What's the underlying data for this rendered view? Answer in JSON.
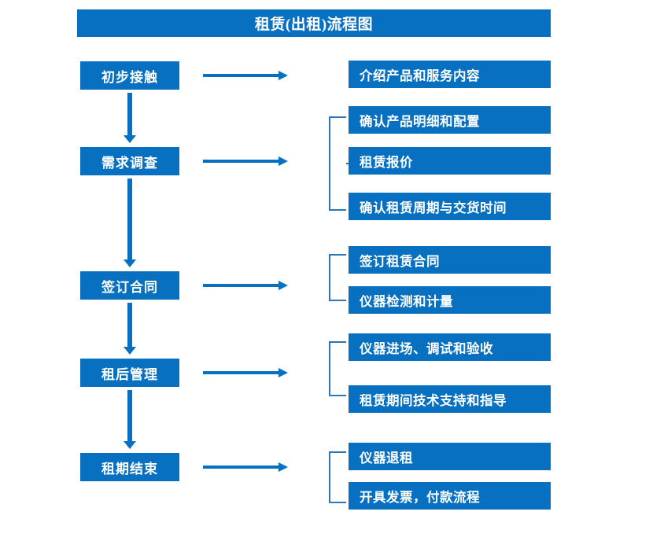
{
  "title": {
    "text": "租赁(出租)流程图"
  },
  "colors": {
    "box_fill": "#0770c0",
    "box_text": "#ffffff",
    "arrow": "#0770c0",
    "bracket": "#2e75b6",
    "background": "#ffffff"
  },
  "stages": [
    {
      "label": "初步接触"
    },
    {
      "label": "需求调查"
    },
    {
      "label": "签订合同"
    },
    {
      "label": "租后管理"
    },
    {
      "label": "租期结束"
    }
  ],
  "details": [
    {
      "label": "介绍产品和服务内容"
    },
    {
      "label": "确认产品明细和配置"
    },
    {
      "label": "租赁报价"
    },
    {
      "label": "确认租赁周期与交货时间"
    },
    {
      "label": "签订租赁合同"
    },
    {
      "label": "仪器检测和计量"
    },
    {
      "label": "仪器进场、调试和验收"
    },
    {
      "label": "租赁期间技术支持和指导"
    },
    {
      "label": "仪器退租"
    },
    {
      "label": "开具发票，付款流程"
    }
  ],
  "groups": [
    {
      "stage": "需求调查",
      "details": [
        "确认产品明细和配置",
        "租赁报价",
        "确认租赁周期与交货时间"
      ]
    },
    {
      "stage": "签订合同",
      "details": [
        "签订租赁合同",
        "仪器检测和计量"
      ]
    },
    {
      "stage": "租后管理",
      "details": [
        "仪器进场、调试和验收",
        "租赁期间技术支持和指导"
      ]
    },
    {
      "stage": "租期结束",
      "details": [
        "仪器退租",
        "开具发票，付款流程"
      ]
    }
  ],
  "flow_order": [
    "初步接触",
    "需求调查",
    "签订合同",
    "租后管理",
    "租期结束"
  ]
}
